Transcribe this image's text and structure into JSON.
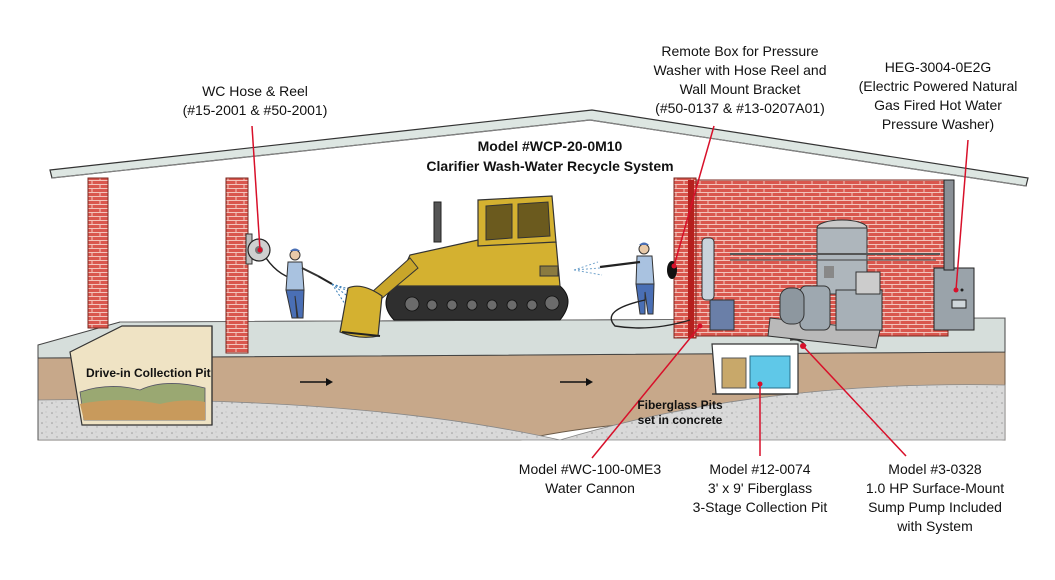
{
  "diagram": {
    "title_line1": "Model #WCP-20-0M10",
    "title_line2": "Clarifier Wash-Water Recycle System",
    "pit_label": "Drive-in Collection Pit",
    "fiberglass_line1": "Fiberglass Pits",
    "fiberglass_line2": "set in concrete",
    "callouts": {
      "hose_reel": [
        "WC Hose & Reel",
        "(#15-2001 & #50-2001)"
      ],
      "remote_box": [
        "Remote Box for Pressure",
        "Washer with Hose Reel and",
        "Wall Mount Bracket",
        "(#50-0137 & #13-0207A01)"
      ],
      "pressure_washer": [
        "HEG-3004-0E2G",
        "(Electric Powered Natural",
        "Gas Fired Hot Water",
        "Pressure Washer)"
      ],
      "water_cannon": [
        "Model #WC-100-0ME3",
        "Water Cannon"
      ],
      "collection_pit": [
        "Model #12-0074",
        "3' x 9' Fiberglass",
        "3-Stage Collection Pit"
      ],
      "sump_pump": [
        "Model #3-0328",
        "1.0 HP Surface-Mount",
        "Sump Pump Included",
        "with System"
      ]
    },
    "colors": {
      "callout_line": "#d8102a",
      "roof": "#dde6e2",
      "brick": "#d9574e",
      "floor": "#d6dedb",
      "soil": "#c7a88a",
      "bulldozer": "#d4b130",
      "water": "#5fc8e8"
    }
  }
}
